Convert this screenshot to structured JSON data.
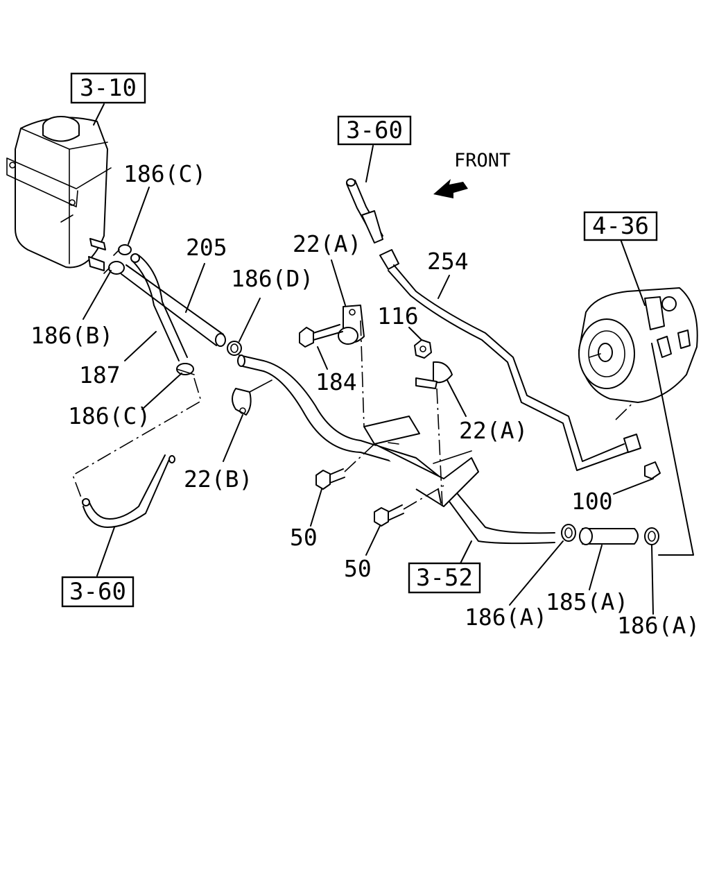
{
  "references": {
    "tank_ref": "3-10",
    "upper_pipe_ref": "3-60",
    "lower_pipe_ref": "3-60",
    "pump_ref": "4-36",
    "cooler_pipe_ref": "3-52"
  },
  "front_indicator": "FRONT",
  "parts": {
    "p186c_top": "186(C)",
    "p205": "205",
    "p186d": "186(D)",
    "p22a_top": "22(A)",
    "p254": "254",
    "p116": "116",
    "p186b": "186(B)",
    "p187": "187",
    "p184": "184",
    "p186c_low": "186(C)",
    "p22a_right": "22(A)",
    "p22b": "22(B)",
    "p100": "100",
    "p50_a": "50",
    "p50_b": "50",
    "p186a_left": "186(A)",
    "p185a": "185(A)",
    "p186a_right": "186(A)"
  }
}
